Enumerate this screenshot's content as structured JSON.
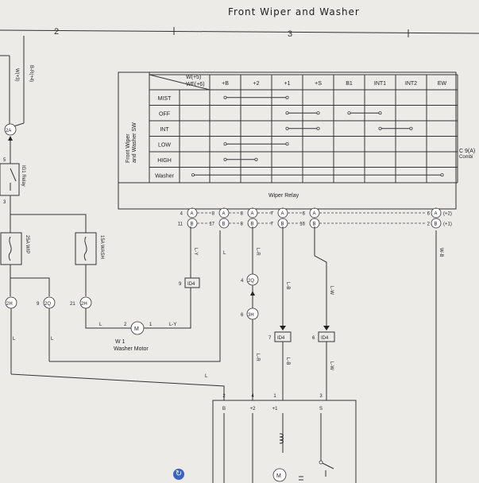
{
  "title": "Front Wiper and Washer",
  "columns": {
    "col2": "2",
    "col3": "3"
  },
  "switch_table": {
    "side_label_1": "Front Wiper",
    "side_label_2": "and Washer SW",
    "corner_top": "W(+5)",
    "corner_bottom": "WF(+6)",
    "headers": [
      "+B",
      "+2",
      "+1",
      "+S",
      "B1",
      "INT1",
      "INT2",
      "EW"
    ],
    "rows": [
      "MIST",
      "OFF",
      "INT",
      "LOW",
      "HIGH",
      "Washer"
    ],
    "footer": "Wiper Relay"
  },
  "right_connector": {
    "code": "C 9(A)",
    "sub": "Combi"
  },
  "connector_row_a": [
    "4",
    "8",
    "8",
    "7",
    "6",
    "6"
  ],
  "connector_row_b": [
    "11",
    "17",
    "8",
    "7",
    "16",
    "2"
  ],
  "right_pin_a_tag": "(+2)",
  "right_pin_b_tag": "(+1)",
  "left_wires": {
    "br": "B-R(+4)",
    "w": "W(+3)"
  },
  "relay_label": "IG1 Relay",
  "fuse_wip": "25A WIP",
  "fuse_wash": "15A WASH",
  "wire_colors": {
    "ly": "L-Y",
    "l": "L",
    "lr": "L-R",
    "lb": "L-B",
    "lw": "L-W",
    "wb": "W-B"
  },
  "motor": {
    "ref": "W 1",
    "name": "Washer Motor",
    "pin2": "2",
    "pin1": "1"
  },
  "wiper_motor_pins": [
    "2",
    "4",
    "1",
    "3"
  ],
  "wiper_motor_terms": [
    "B",
    "+2",
    "+1",
    "S"
  ],
  "junctions": {
    "j1": "2A",
    "j2": "2H",
    "j3": "2Q",
    "j4": "2H",
    "j5": "ID4",
    "j6": "2Q",
    "j7": "3H",
    "j8": "ID4",
    "j9": "ID4"
  },
  "junction_pins": {
    "p9a": "9",
    "p21": "21",
    "p9b": "9",
    "p4": "4",
    "p6": "6",
    "p7": "7",
    "p6b": "6",
    "p5": "5",
    "p3": "3"
  }
}
